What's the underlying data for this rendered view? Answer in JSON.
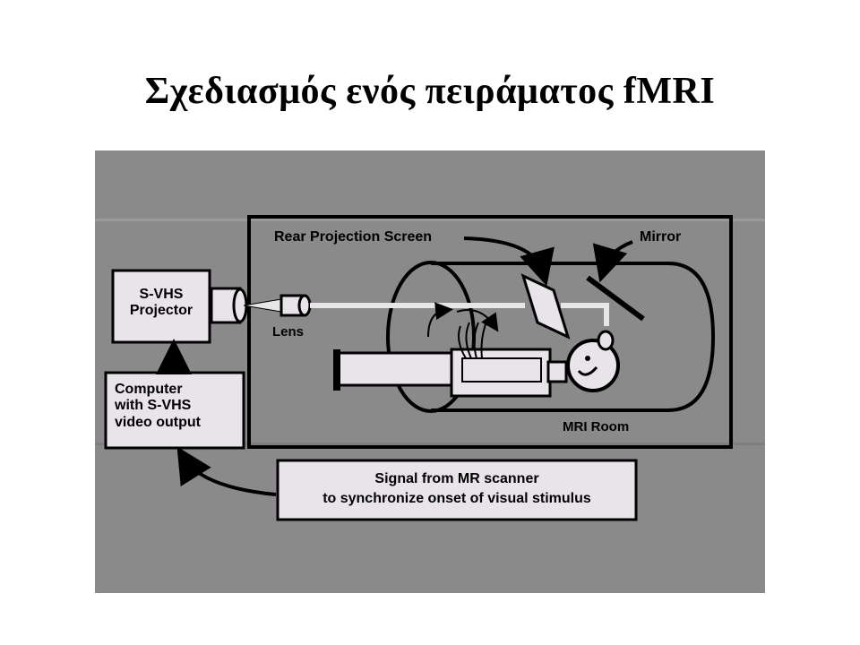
{
  "slide": {
    "title": "Σχεδιασμός ενός πειράματος fMRI"
  },
  "diagram": {
    "labels": {
      "rear_projection_screen": "Rear Projection Screen",
      "mirror": "Mirror",
      "projector_line1": "S-VHS",
      "projector_line2": "Projector",
      "lens": "Lens",
      "computer_line1": "Computer",
      "computer_line2": "with S-VHS",
      "computer_line3": "video output",
      "mri_room": "MRI Room",
      "signal_line1": "Signal from MR scanner",
      "signal_line2": "to synchronize onset of visual stimulus"
    },
    "colors": {
      "background": "#8a8a8a",
      "box_fill": "#e8e4ea",
      "stroke": "#000000",
      "beam": "#e6e6e6"
    }
  }
}
